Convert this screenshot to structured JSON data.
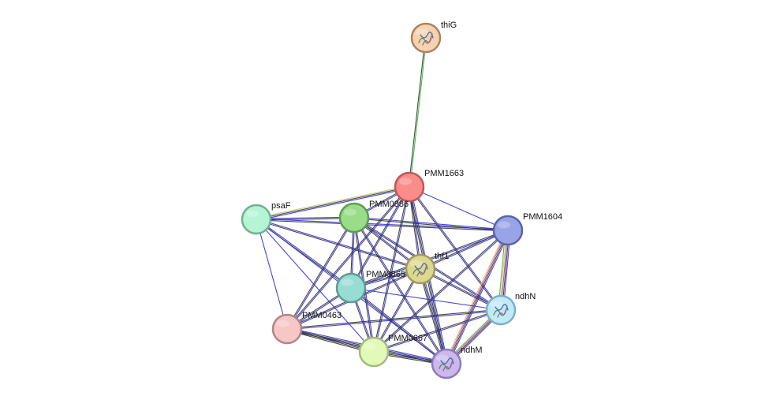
{
  "network": {
    "nodes": [
      {
        "id": "thiG",
        "label": "thiG",
        "fill": "#f6d3b0",
        "stroke": "#b08060",
        "has_structure": true
      },
      {
        "id": "PMM1663",
        "label": "PMM1663",
        "fill": "#fb8c8c",
        "stroke": "#c05656",
        "has_structure": false
      },
      {
        "id": "psaF",
        "label": "psaF",
        "fill": "#b5f5d5",
        "stroke": "#70b090",
        "has_structure": false
      },
      {
        "id": "PMM0886",
        "label": "PMM0886",
        "fill": "#99dd88",
        "stroke": "#5c9c50",
        "has_structure": false
      },
      {
        "id": "PMM1604",
        "label": "PMM1604",
        "fill": "#98a4e6",
        "stroke": "#5866a8",
        "has_structure": false
      },
      {
        "id": "thf1",
        "label": "thf1",
        "fill": "#dcd890",
        "stroke": "#a09c58",
        "has_structure": true
      },
      {
        "id": "PMM0865",
        "label": "PMM0865",
        "fill": "#99dcd4",
        "stroke": "#5c9c96",
        "has_structure": false
      },
      {
        "id": "ndhN",
        "label": "ndhN",
        "fill": "#c2e9f8",
        "stroke": "#7eb0c4",
        "has_structure": true
      },
      {
        "id": "PMM0463",
        "label": "PMM0463",
        "fill": "#f7c6c6",
        "stroke": "#b58484",
        "has_structure": false
      },
      {
        "id": "PMM0667",
        "label": "PMM0667",
        "fill": "#e3f9b9",
        "stroke": "#a4bc7a",
        "has_structure": false
      },
      {
        "id": "ndhM",
        "label": "ndhM",
        "fill": "#cab8ef",
        "stroke": "#8e7cb8",
        "has_structure": true
      }
    ],
    "edges": [
      {
        "source": "thiG",
        "target": "PMM1663",
        "colors": [
          "#33bb33",
          "#333333"
        ]
      },
      {
        "source": "PMM1663",
        "target": "psaF",
        "colors": [
          "#3333cc",
          "#333333",
          "#c8c866"
        ]
      },
      {
        "source": "PMM1663",
        "target": "PMM0886",
        "colors": [
          "#3333cc",
          "#333333"
        ]
      },
      {
        "source": "PMM1663",
        "target": "PMM1604",
        "colors": [
          "#3333cc"
        ]
      },
      {
        "source": "PMM1663",
        "target": "thf1",
        "colors": [
          "#3333cc",
          "#333333"
        ]
      },
      {
        "source": "PMM1663",
        "target": "PMM0865",
        "colors": [
          "#3333cc",
          "#333333"
        ]
      },
      {
        "source": "PMM1663",
        "target": "ndhN",
        "colors": [
          "#3333cc",
          "#333333"
        ]
      },
      {
        "source": "PMM1663",
        "target": "PMM0463",
        "colors": [
          "#3333cc",
          "#333333"
        ]
      },
      {
        "source": "PMM1663",
        "target": "PMM0667",
        "colors": [
          "#3333cc",
          "#333333"
        ]
      },
      {
        "source": "PMM1663",
        "target": "ndhM",
        "colors": [
          "#3333cc",
          "#333333",
          "#333333"
        ]
      },
      {
        "source": "psaF",
        "target": "PMM0886",
        "colors": [
          "#3333cc",
          "#333333"
        ]
      },
      {
        "source": "psaF",
        "target": "PMM1604",
        "colors": [
          "#3333cc",
          "#333333"
        ]
      },
      {
        "source": "psaF",
        "target": "thf1",
        "colors": [
          "#3333cc",
          "#333333"
        ]
      },
      {
        "source": "psaF",
        "target": "PMM0865",
        "colors": [
          "#3333cc",
          "#333333"
        ]
      },
      {
        "source": "psaF",
        "target": "PMM0463",
        "colors": [
          "#3333cc"
        ]
      },
      {
        "source": "psaF",
        "target": "PMM0667",
        "colors": [
          "#3333cc"
        ]
      },
      {
        "source": "psaF",
        "target": "ndhM",
        "colors": [
          "#3333cc"
        ]
      },
      {
        "source": "PMM0886",
        "target": "PMM1604",
        "colors": [
          "#3333cc",
          "#333333"
        ]
      },
      {
        "source": "PMM0886",
        "target": "thf1",
        "colors": [
          "#3333cc",
          "#333333"
        ]
      },
      {
        "source": "PMM0886",
        "target": "PMM0865",
        "colors": [
          "#3333cc",
          "#333333"
        ]
      },
      {
        "source": "PMM0886",
        "target": "ndhN",
        "colors": [
          "#3333cc",
          "#333333"
        ]
      },
      {
        "source": "PMM0886",
        "target": "PMM0463",
        "colors": [
          "#3333cc",
          "#333333"
        ]
      },
      {
        "source": "PMM0886",
        "target": "PMM0667",
        "colors": [
          "#3333cc",
          "#333333"
        ]
      },
      {
        "source": "PMM0886",
        "target": "ndhM",
        "colors": [
          "#3333cc",
          "#333333"
        ]
      },
      {
        "source": "PMM1604",
        "target": "thf1",
        "colors": [
          "#3333cc",
          "#333333"
        ]
      },
      {
        "source": "PMM1604",
        "target": "PMM0865",
        "colors": [
          "#3333cc",
          "#333333"
        ]
      },
      {
        "source": "PMM1604",
        "target": "ndhN",
        "colors": [
          "#3333cc",
          "#333333",
          "#cc3388",
          "#c8c866",
          "#33bb33"
        ]
      },
      {
        "source": "PMM1604",
        "target": "PMM0667",
        "colors": [
          "#3333cc",
          "#333333"
        ]
      },
      {
        "source": "PMM1604",
        "target": "ndhM",
        "colors": [
          "#3333cc",
          "#333333",
          "#cc3388",
          "#c8c866"
        ]
      },
      {
        "source": "thf1",
        "target": "PMM0865",
        "colors": [
          "#3333cc",
          "#333333"
        ]
      },
      {
        "source": "thf1",
        "target": "ndhN",
        "colors": [
          "#3333cc",
          "#333333"
        ]
      },
      {
        "source": "thf1",
        "target": "PMM0463",
        "colors": [
          "#3333cc",
          "#333333"
        ]
      },
      {
        "source": "thf1",
        "target": "PMM0667",
        "colors": [
          "#3333cc",
          "#333333"
        ]
      },
      {
        "source": "thf1",
        "target": "ndhM",
        "colors": [
          "#3333cc",
          "#333333",
          "#333333"
        ]
      },
      {
        "source": "PMM0865",
        "target": "ndhN",
        "colors": [
          "#3333cc"
        ]
      },
      {
        "source": "PMM0865",
        "target": "PMM0463",
        "colors": [
          "#3333cc",
          "#333333"
        ]
      },
      {
        "source": "PMM0865",
        "target": "PMM0667",
        "colors": [
          "#3333cc",
          "#333333"
        ]
      },
      {
        "source": "PMM0865",
        "target": "ndhM",
        "colors": [
          "#3333cc",
          "#333333"
        ]
      },
      {
        "source": "ndhN",
        "target": "PMM0463",
        "colors": [
          "#3333cc",
          "#333333"
        ]
      },
      {
        "source": "ndhN",
        "target": "PMM0667",
        "colors": [
          "#3333cc",
          "#333333"
        ]
      },
      {
        "source": "ndhN",
        "target": "ndhM",
        "colors": [
          "#3333cc",
          "#333333",
          "#cc3388",
          "#33bb33"
        ]
      },
      {
        "source": "PMM0463",
        "target": "PMM0667",
        "colors": [
          "#3333cc",
          "#333333",
          "#333333"
        ]
      },
      {
        "source": "PMM0463",
        "target": "ndhM",
        "colors": [
          "#3333cc",
          "#333333",
          "#333333"
        ]
      },
      {
        "source": "PMM0667",
        "target": "ndhM",
        "colors": [
          "#3333cc",
          "#333333",
          "#333333"
        ]
      }
    ]
  }
}
